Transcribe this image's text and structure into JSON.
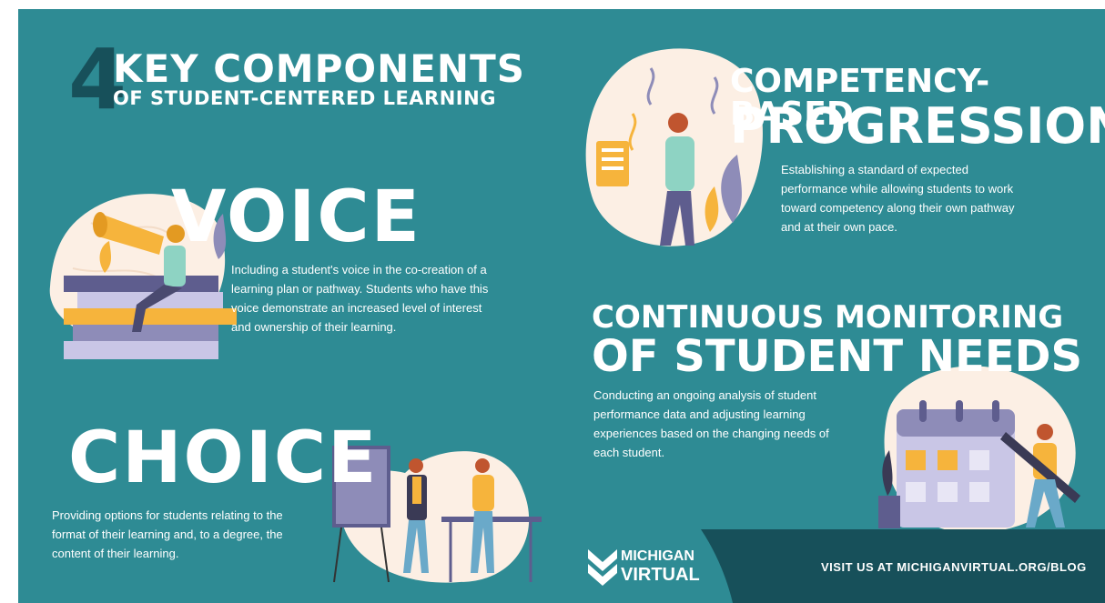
{
  "header": {
    "number": "4",
    "title": "KEY COMPONENTS",
    "subtitle": "OF STUDENT-CENTERED LEARNING"
  },
  "voice": {
    "heading": "VOICE",
    "lines": [
      "Including a student's voice in the co-creation of a",
      "learning plan or pathway. Students who have this",
      "voice demonstrate an increased level of interest",
      "and ownership of their learning."
    ]
  },
  "choice": {
    "heading": "CHOICE",
    "lines": [
      "Providing options for students relating to the",
      "format of their learning and, to a degree, the",
      "content of their learning."
    ]
  },
  "competency": {
    "heading_line1": "COMPETENCY-BASED",
    "heading_line2": "PROGRESSION",
    "lines": [
      "Establishing a standard of expected",
      "performance while allowing students to work",
      "toward competency along their own pathway",
      "and at their own pace."
    ]
  },
  "monitoring": {
    "heading_line1": "CONTINUOUS MONITORING",
    "heading_line2": "OF STUDENT NEEDS",
    "lines": [
      "Conducting an ongoing analysis of student",
      "performance data and adjusting learning",
      "experiences based on the changing needs of",
      "each student."
    ]
  },
  "footer": {
    "logo_line1": "MICHIGAN",
    "logo_line2": "VIRTUAL",
    "visit": "VISIT US AT MICHIGANVIRTUAL.ORG/BLOG"
  },
  "colors": {
    "background": "#2e8b94",
    "dark_teal": "#17505a",
    "blob": "#fcefe4",
    "accent_yellow": "#f6b43c"
  },
  "icons": [
    "voice-illustration",
    "choice-illustration",
    "competency-illustration",
    "monitoring-illustration",
    "michigan-virtual-logo"
  ]
}
